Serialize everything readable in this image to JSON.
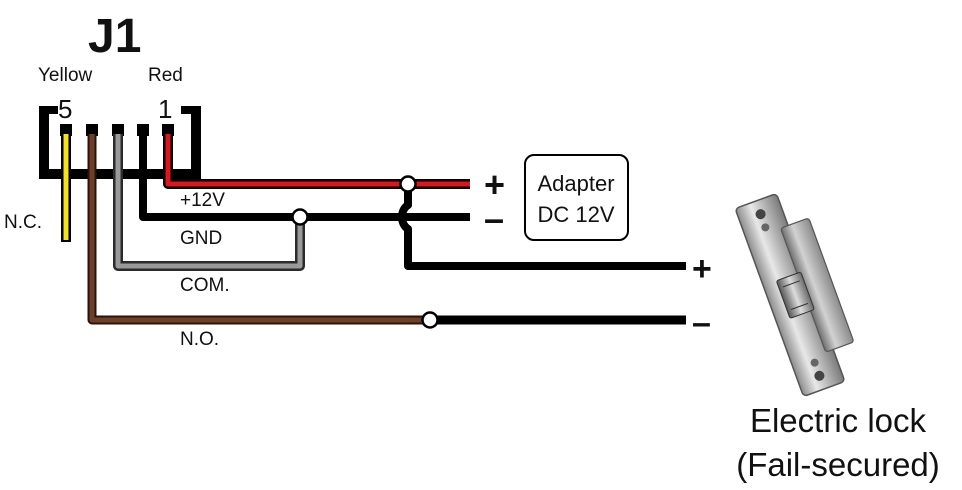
{
  "connector": {
    "name": "J1",
    "pin_left_label": "Yellow",
    "pin_right_label": "Red",
    "pin_left_number": "5",
    "pin_right_number": "1"
  },
  "wires": {
    "plus12v": "+12V",
    "gnd": "GND",
    "com": "COM.",
    "no": "N.O.",
    "nc": "N.C."
  },
  "adapter": {
    "line1": "Adapter",
    "line2": "DC 12V",
    "plus": "+",
    "minus": "–"
  },
  "lock": {
    "plus": "+",
    "minus": "–",
    "caption_line1": "Electric lock",
    "caption_line2": "(Fail-secured)"
  },
  "colors": {
    "red": "#e0141e",
    "yellow": "#f7e11b",
    "gray": "#9a9a9a",
    "brown": "#6e3f2a",
    "black": "#000000"
  }
}
